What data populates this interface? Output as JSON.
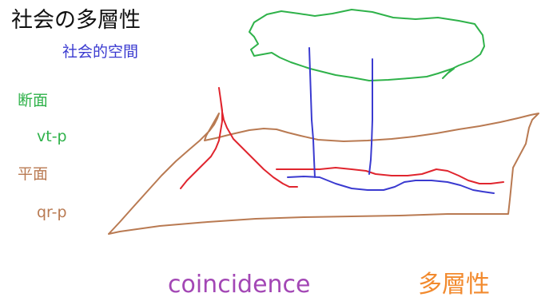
{
  "title": "社会の多層性",
  "subtitle": "社会的空間",
  "labels": {
    "danmen": "断面",
    "vtp": "vt-p",
    "heimen": "平面",
    "qrp": "qr-p",
    "coincidence": "coincidence",
    "tasousei": "多層性"
  },
  "colors": {
    "title": "#111111",
    "blue": "#3a3ad0",
    "green": "#2fb24a",
    "brown": "#b97a52",
    "red": "#e0252e",
    "purple": "#a347b5",
    "orange": "#f28a2e"
  }
}
